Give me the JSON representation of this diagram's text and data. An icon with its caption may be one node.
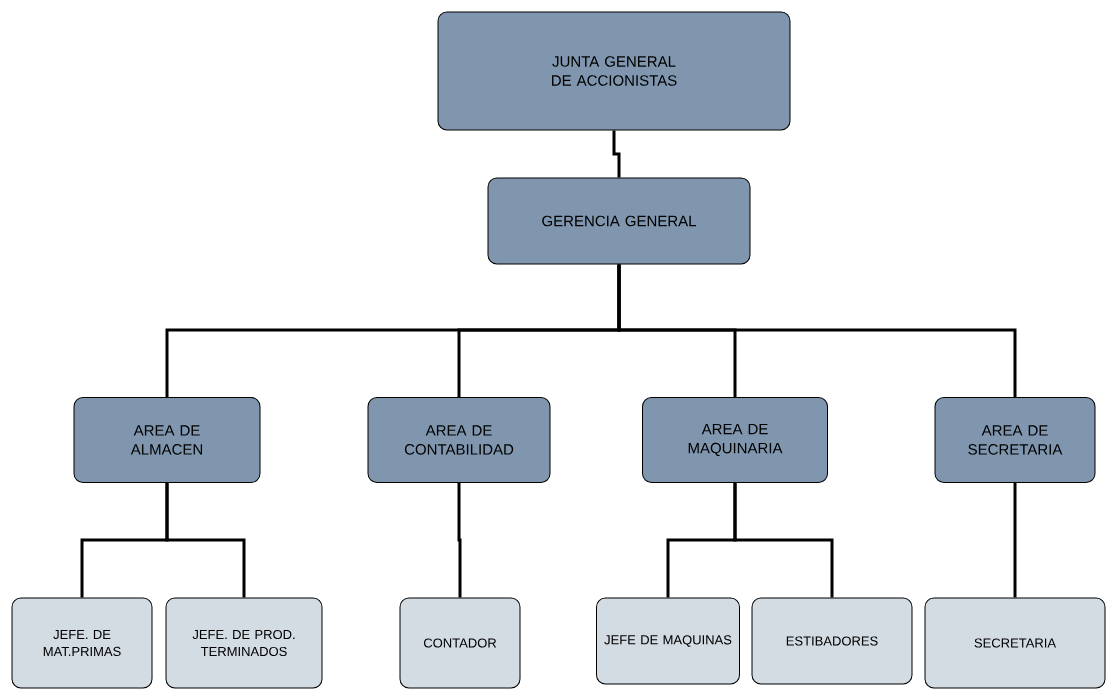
{
  "diagram": {
    "nodes": [
      {
        "text": [
          "JUNTA GENERAL DE ACCIONISTAS"
        ]
      },
      {
        "text": [
          "GERENCIA GENERAL"
        ]
      },
      {
        "text": [
          "AREA DE ALMACEN"
        ]
      },
      {
        "text": [
          "AREA DE CONTABILIDAD"
        ]
      },
      {
        "text": [
          "AREA DE MAQUINARIA"
        ]
      },
      {
        "text": [
          "AREA DE SECRETARIA"
        ]
      },
      {
        "text": [
          "JEFE. DE MAT.PRIMAS"
        ]
      },
      {
        "text": [
          "JEFE. DE PROD. TERMINADOS"
        ]
      },
      {
        "text": [
          "CONTADOR"
        ]
      },
      {
        "text": [
          "JEFE DE MAQUINAS"
        ]
      },
      {
        "text": [
          "ESTIBADORES"
        ]
      },
      {
        "text": [
          "SECRETARIA"
        ]
      }
    ],
    "edges": [
      {
        "from": 0,
        "to": 1,
        "arrow": "none"
      },
      {
        "from": 1,
        "to": 2,
        "arrow": "none"
      },
      {
        "from": 1,
        "to": 3,
        "arrow": "none"
      },
      {
        "from": 1,
        "to": 4,
        "arrow": "none"
      },
      {
        "from": 1,
        "to": 5,
        "arrow": "none"
      },
      {
        "from": 2,
        "to": 6,
        "arrow": "none"
      },
      {
        "from": 2,
        "to": 7,
        "arrow": "none"
      },
      {
        "from": 3,
        "to": 8,
        "arrow": "none"
      },
      {
        "from": 4,
        "to": 9,
        "arrow": "none"
      },
      {
        "from": 4,
        "to": 10,
        "arrow": "none"
      },
      {
        "from": 5,
        "to": 11,
        "arrow": "none"
      }
    ]
  }
}
